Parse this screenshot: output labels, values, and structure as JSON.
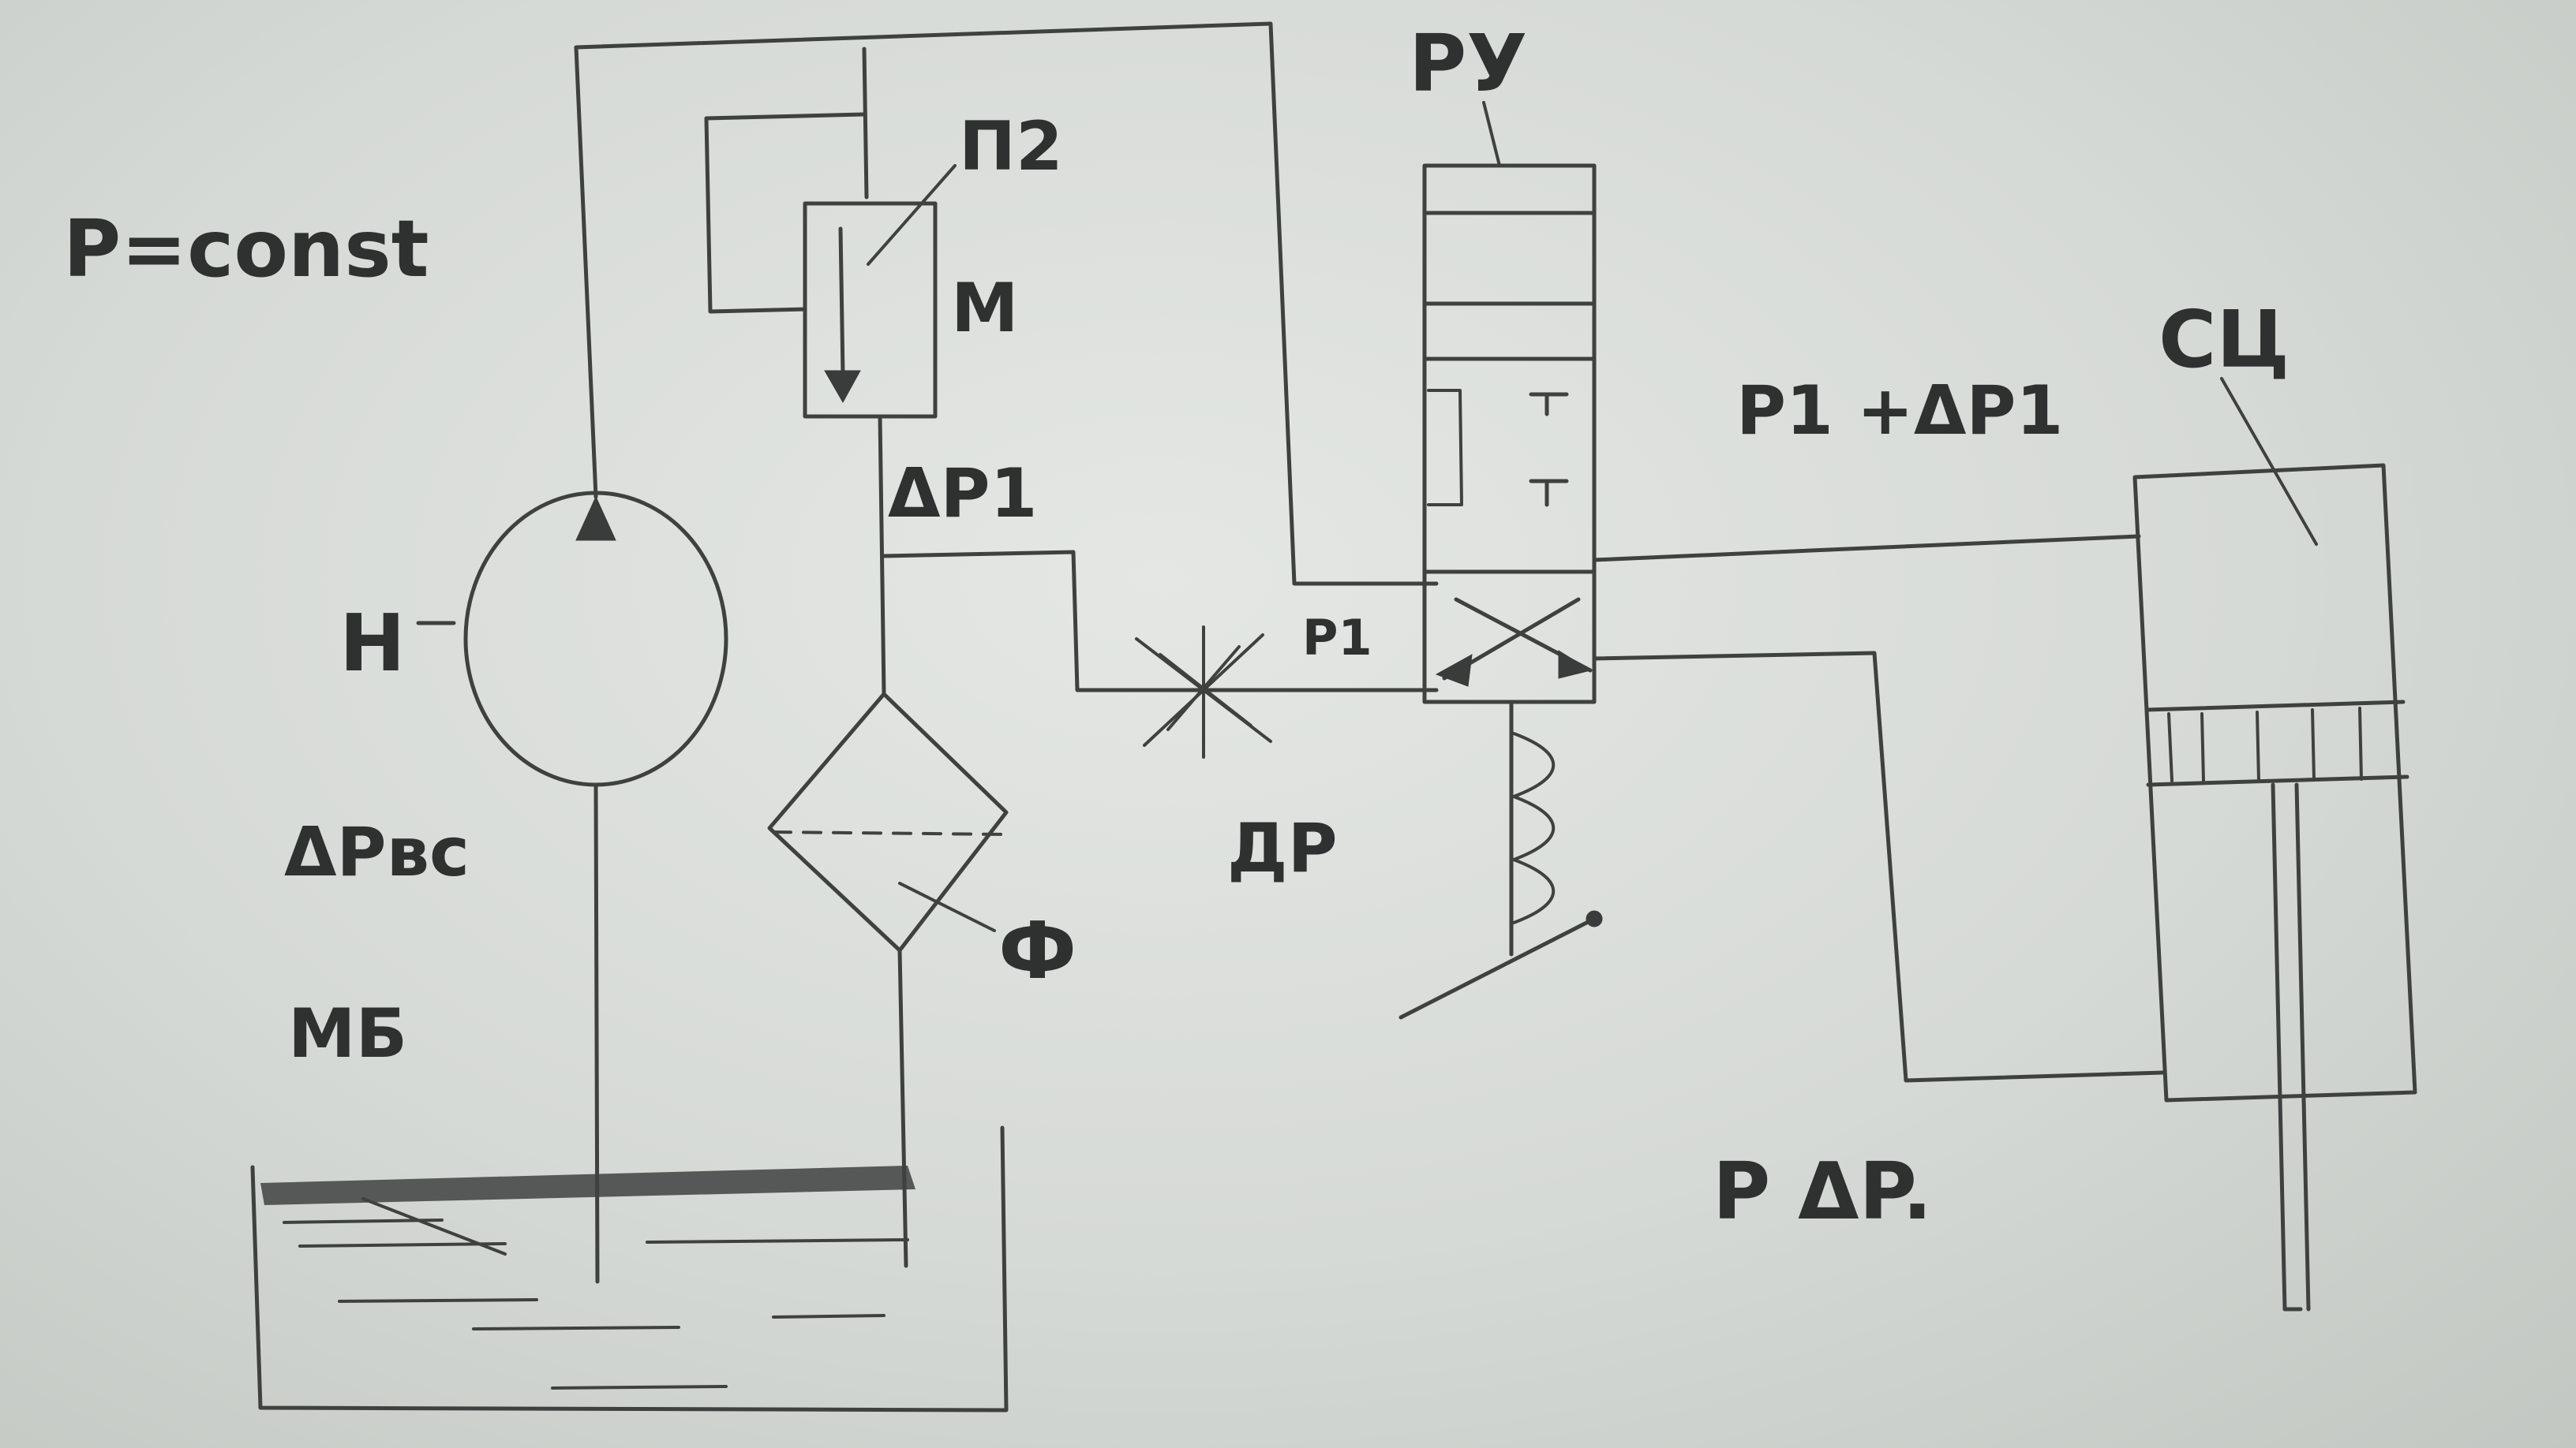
{
  "labels": {
    "pressure_const": "P=const",
    "pump": "H",
    "suction_drop": "ΔPвс",
    "tank": "МБ",
    "valve": "П2",
    "valve_marker": "М",
    "delta_p1_filter": "ΔP1",
    "filter": "Ф",
    "throttle": "ДР",
    "p1_line": "P1",
    "distributor": "РУ",
    "p1_plus_delta": "P1 +ΔP1",
    "cylinder": "СЦ",
    "p_delta_p": "P ΔP."
  },
  "colors": {
    "ink": "#3f4140",
    "paper": "#dcdfdb"
  }
}
